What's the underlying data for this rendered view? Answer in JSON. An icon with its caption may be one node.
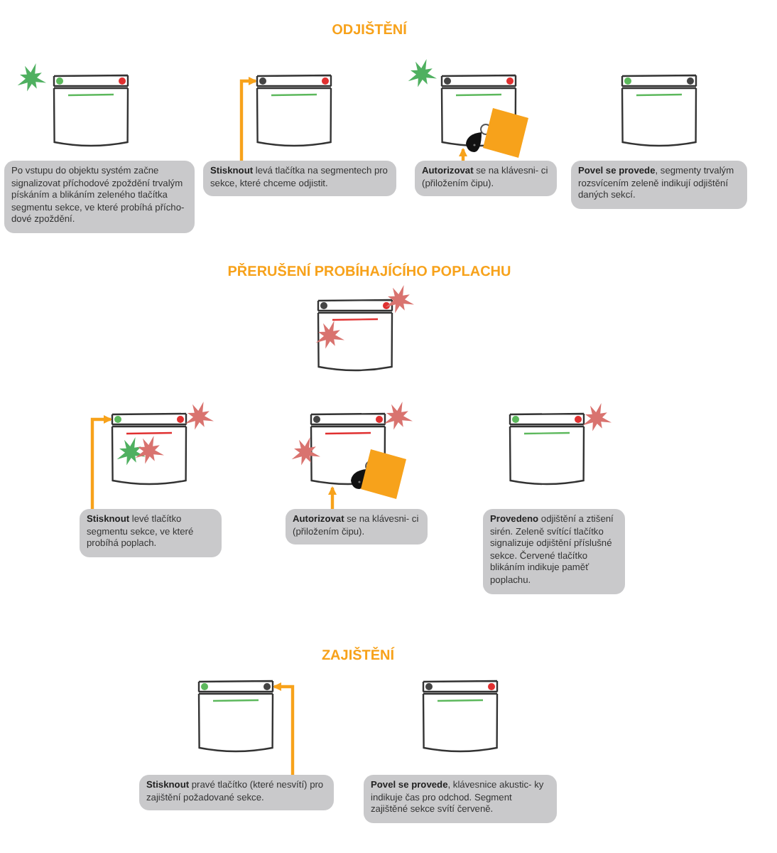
{
  "diagram": {
    "nodes": [
      {
        "text": [],
        "shape": "picture"
      },
      {
        "text": [],
        "shape": "picture"
      },
      {
        "text": [],
        "shape": "picture"
      },
      {
        "text": [],
        "shape": "picture"
      },
      {
        "text": [
          "Po vstupu do objektu systém začne signalizovat příchodové zpoždění trvalým pískáním a blikáním zeleného tlačítka segmentu sekce, ve které probíhá přícho- dové zpoždění."
        ]
      },
      {
        "text": [
          "**Stisknout** levá tlačítka na segmentech pro sekce, které chceme odjistit."
        ]
      },
      {
        "text": [
          "**Autorizovat** se na klávesni- ci (přiložením čipu)."
        ]
      },
      {
        "text": [
          "**Povel se provede**, segmenty trvalým rozsvícením zeleně indikují odjištění daných sekcí."
        ]
      },
      {
        "text": [],
        "shape": "picture"
      },
      {
        "text": [],
        "shape": "picture"
      },
      {
        "text": [],
        "shape": "picture"
      },
      {
        "text": [],
        "shape": "picture"
      },
      {
        "text": [
          "**Stisknout** levé tlačítko segmentu sekce, ve které probíhá poplach."
        ]
      },
      {
        "text": [
          "**Autorizovat** se na klávesni- ci (přiložením čipu)."
        ]
      },
      {
        "text": [
          "**Provedeno** odjištění a ztišení sirén. Zeleně svítící tlačítko signalizuje odjištění příslušné sekce. Červené tlačítko blikáním indikuje paměť poplachu."
        ]
      },
      {
        "text": [],
        "shape": "picture"
      },
      {
        "text": [],
        "shape": "picture"
      },
      {
        "text": [
          "**Stisknout** pravé tlačítko (které nesvítí) pro zajištění požadované sekce."
        ]
      },
      {
        "text": [
          "**Povel se provede**, klávesnice akustic- ky indikuje čas pro odchod. Segment zajištěné sekce svítí červeně."
        ]
      }
    ],
    "edges": [
      {
        "from": 5,
        "to": 1,
        "arrow": "to"
      },
      {
        "from": 6,
        "to": 2,
        "arrow": "to"
      },
      {
        "from": 12,
        "to": 9,
        "arrow": "to"
      },
      {
        "from": 13,
        "to": 10,
        "arrow": "to"
      },
      {
        "from": 17,
        "to": 15,
        "arrow": "to"
      }
    ],
    "labels": [
      "ODJIŠTĚNÍ",
      "PŘERUŠENÍ PROBÍHAJÍCÍHO POPLACHU",
      "ZAJIŠTĚNÍ"
    ]
  }
}
